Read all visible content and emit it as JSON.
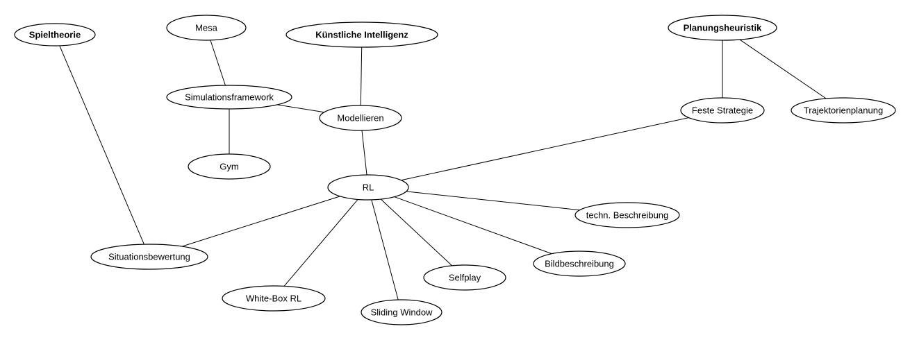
{
  "diagram": {
    "nodes": [
      {
        "id": "spieltheorie",
        "label": "Spieltheorie",
        "bold": true
      },
      {
        "id": "mesa",
        "label": "Mesa",
        "bold": false
      },
      {
        "id": "ki",
        "label": "Künstliche Intelligenz",
        "bold": true
      },
      {
        "id": "planungsheuristik",
        "label": "Planungsheuristik",
        "bold": true
      },
      {
        "id": "simulationsframework",
        "label": "Simulationsframework",
        "bold": false
      },
      {
        "id": "modellieren",
        "label": "Modellieren",
        "bold": false
      },
      {
        "id": "feste_strategie",
        "label": "Feste Strategie",
        "bold": false
      },
      {
        "id": "trajektorienplanung",
        "label": "Trajektorienplanung",
        "bold": false
      },
      {
        "id": "gym",
        "label": "Gym",
        "bold": false
      },
      {
        "id": "rl",
        "label": "RL",
        "bold": false
      },
      {
        "id": "techn_beschreibung",
        "label": "techn. Beschreibung",
        "bold": false
      },
      {
        "id": "situationsbewertung",
        "label": "Situationsbewertung",
        "bold": false
      },
      {
        "id": "bildbeschreibung",
        "label": "Bildbeschreibung",
        "bold": false
      },
      {
        "id": "selfplay",
        "label": "Selfplay",
        "bold": false
      },
      {
        "id": "white_box_rl",
        "label": "White-Box RL",
        "bold": false
      },
      {
        "id": "sliding_window",
        "label": "Sliding Window",
        "bold": false
      }
    ],
    "edges": [
      {
        "from": "spieltheorie",
        "to": "situationsbewertung"
      },
      {
        "from": "mesa",
        "to": "simulationsframework"
      },
      {
        "from": "simulationsframework",
        "to": "gym"
      },
      {
        "from": "simulationsframework",
        "to": "modellieren"
      },
      {
        "from": "ki",
        "to": "modellieren"
      },
      {
        "from": "modellieren",
        "to": "rl"
      },
      {
        "from": "planungsheuristik",
        "to": "feste_strategie"
      },
      {
        "from": "planungsheuristik",
        "to": "trajektorienplanung"
      },
      {
        "from": "feste_strategie",
        "to": "rl"
      },
      {
        "from": "rl",
        "to": "techn_beschreibung"
      },
      {
        "from": "rl",
        "to": "bildbeschreibung"
      },
      {
        "from": "rl",
        "to": "selfplay"
      },
      {
        "from": "rl",
        "to": "sliding_window"
      },
      {
        "from": "rl",
        "to": "white_box_rl"
      },
      {
        "from": "rl",
        "to": "situationsbewertung"
      }
    ]
  }
}
